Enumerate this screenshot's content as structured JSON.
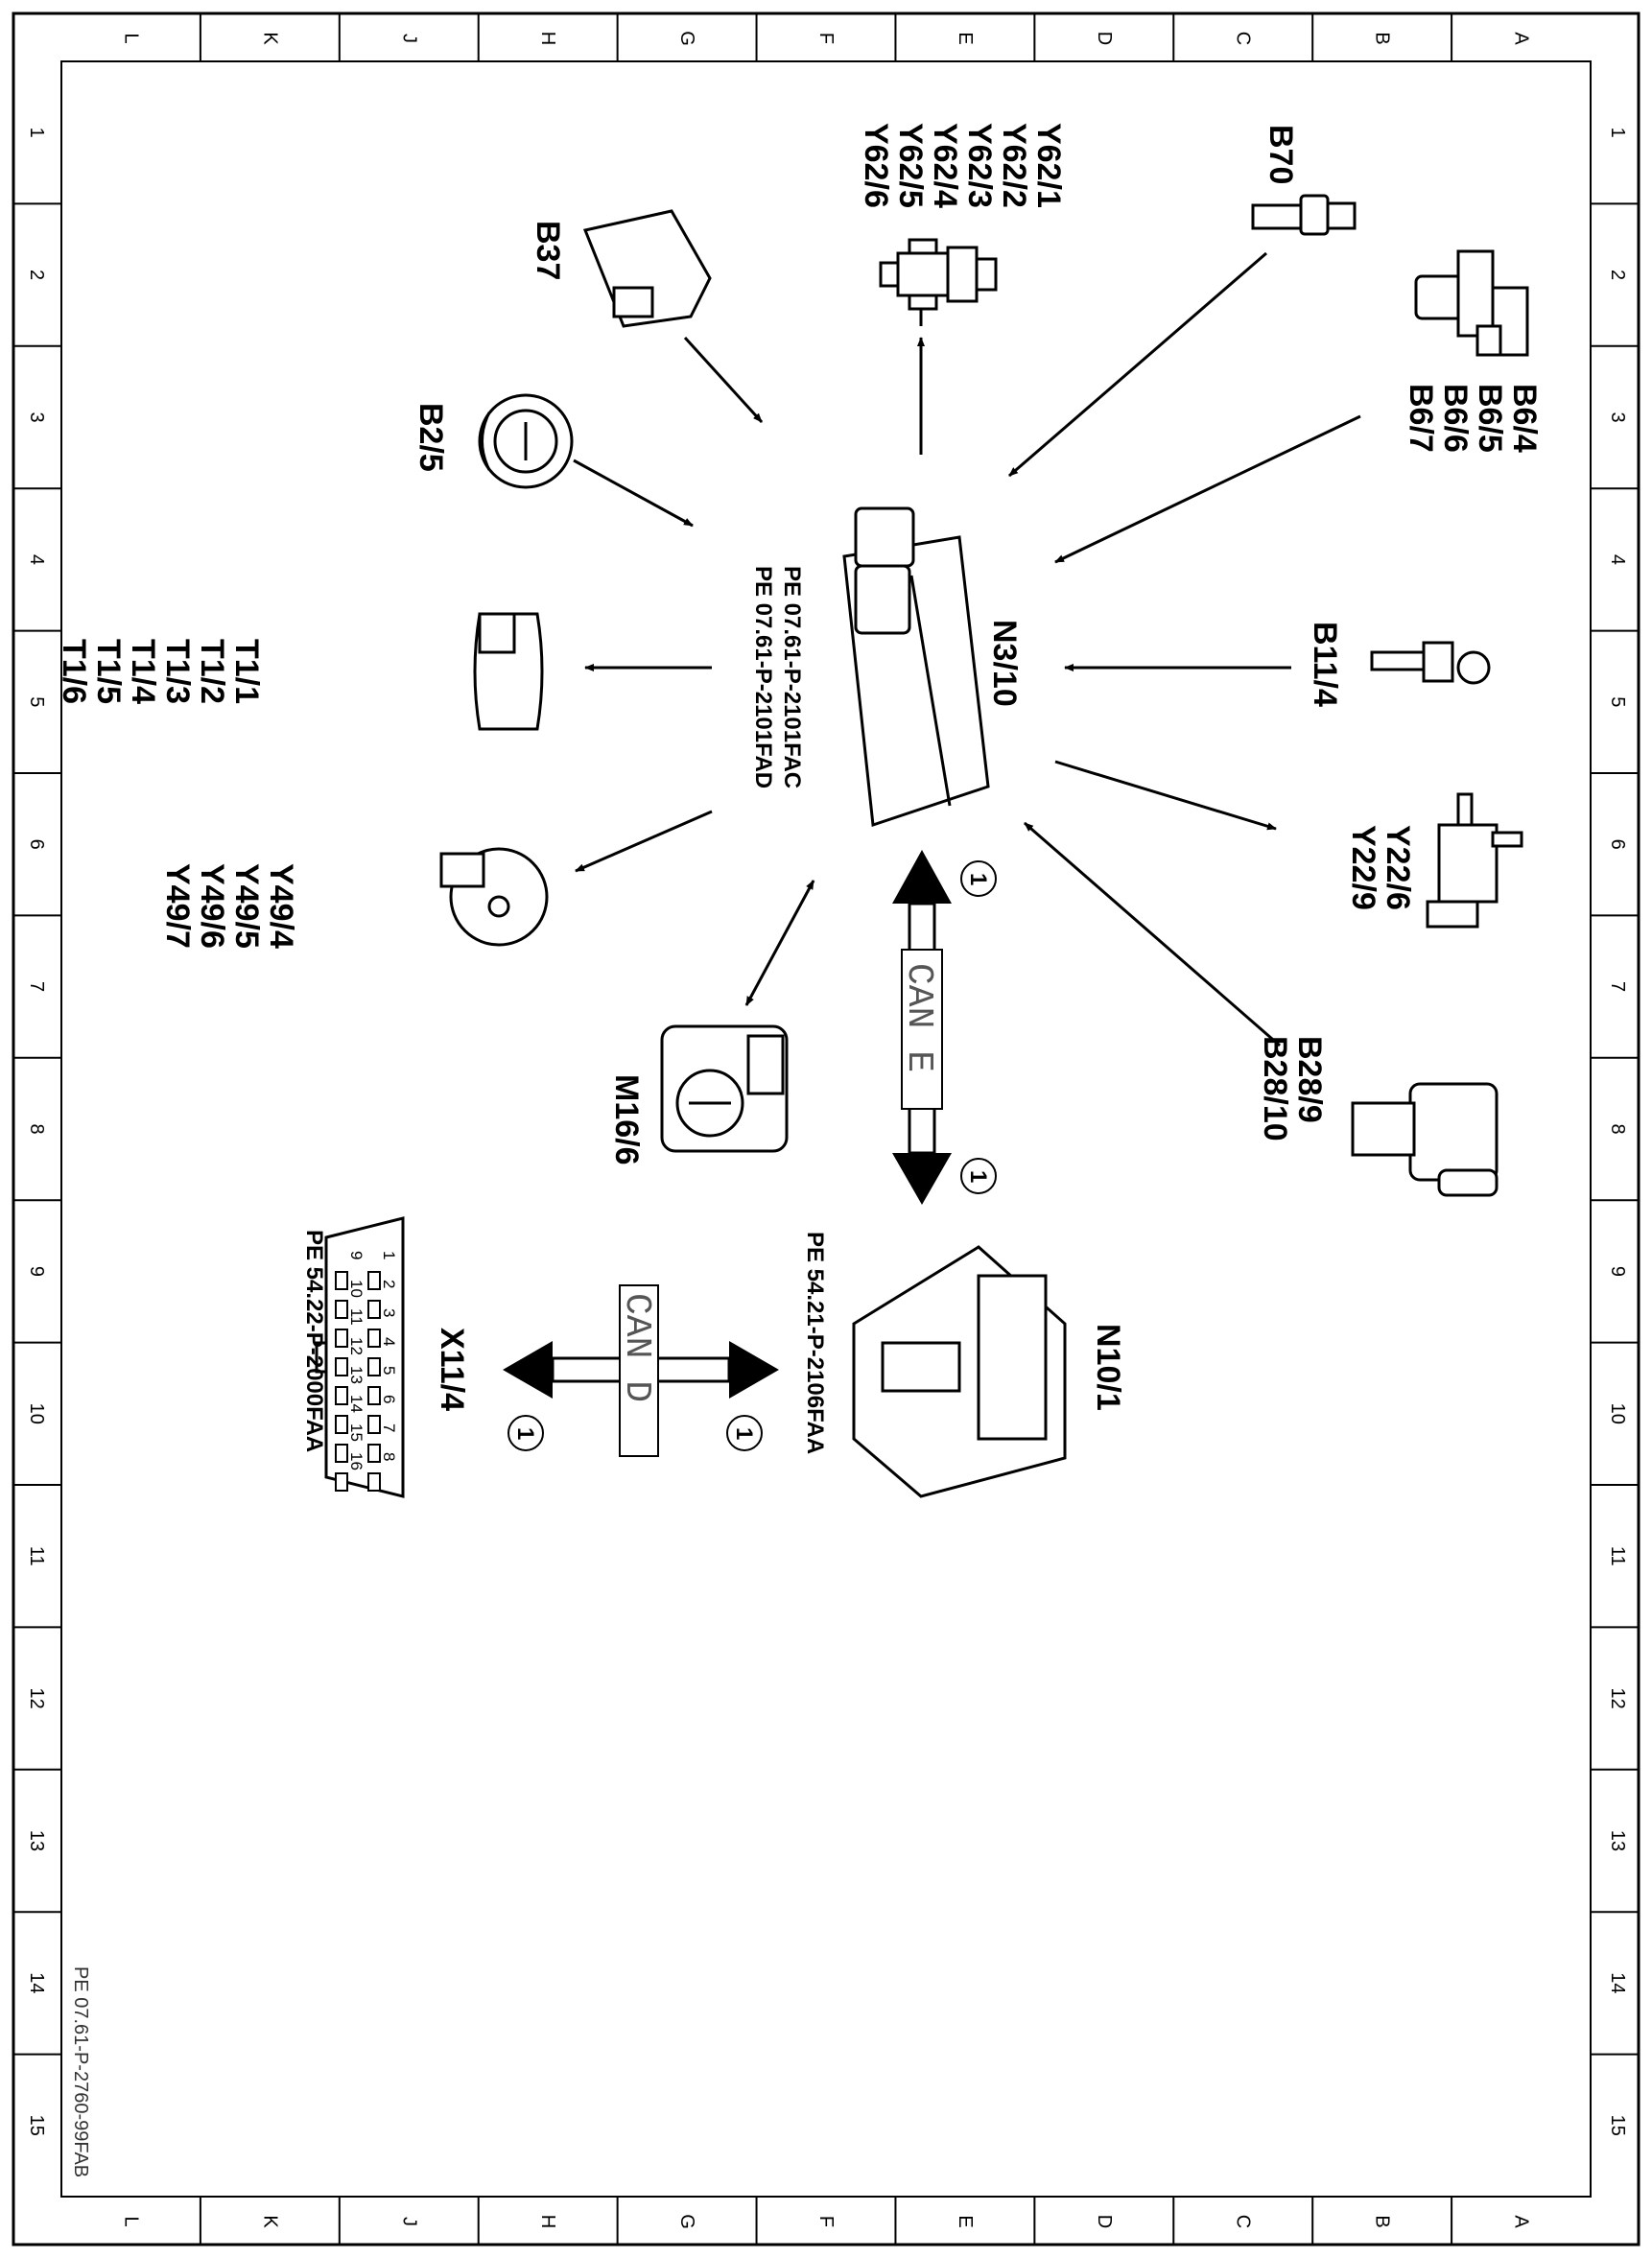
{
  "grid": {
    "cols": [
      "L",
      "K",
      "J",
      "H",
      "G",
      "F",
      "E",
      "D",
      "C",
      "B",
      "A"
    ],
    "rows": [
      "1",
      "2",
      "3",
      "4",
      "5",
      "6",
      "7",
      "8",
      "9",
      "10",
      "11",
      "12",
      "13",
      "14",
      "15"
    ]
  },
  "document_code": "PE 07.61-P-2760-99FAB",
  "ecu": {
    "label": "N3/10",
    "refs": [
      "PE 07.61-P-2101FAC",
      "PE 07.61-P-2101FAD"
    ]
  },
  "components": {
    "y62": [
      "Y62/1",
      "Y62/2",
      "Y62/3",
      "Y62/4",
      "Y62/5",
      "Y62/6"
    ],
    "b70": [
      "B70"
    ],
    "b6": [
      "B6/4",
      "B6/5",
      "B6/6",
      "B6/7"
    ],
    "b11": [
      "B11/4"
    ],
    "y22": [
      "Y22/6",
      "Y22/9"
    ],
    "b28": [
      "B28/9",
      "B28/10"
    ],
    "m16": [
      "M16/6"
    ],
    "y49": [
      "Y49/4",
      "Y49/5",
      "Y49/6",
      "Y49/7"
    ],
    "t1": [
      "T1/1",
      "T1/2",
      "T1/3",
      "T1/4",
      "T1/5",
      "T1/6"
    ],
    "b2": [
      "B2/5"
    ],
    "b37": [
      "B37"
    ],
    "n10": [
      "N10/1"
    ],
    "x11": [
      "X11/4"
    ]
  },
  "n10_ref": "PE 54.21-P-2106FAA",
  "x11_ref": "PE 54.22-P-2000FAA",
  "can_e": "CAN E",
  "can_d": "CAN D",
  "circle_marker": "1",
  "obd_pins_top": [
    "1",
    "2",
    "3",
    "4",
    "5",
    "6",
    "7",
    "8"
  ],
  "obd_pins_bottom": [
    "9",
    "10",
    "11",
    "12",
    "13",
    "14",
    "15",
    "16"
  ]
}
